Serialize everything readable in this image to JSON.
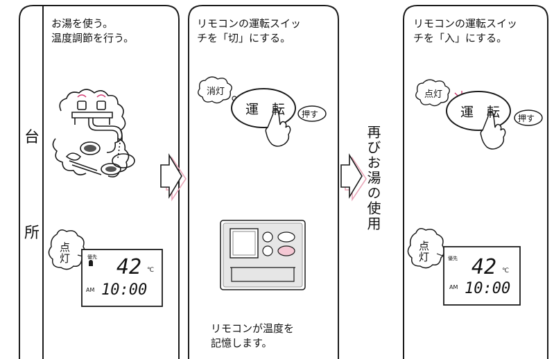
{
  "panel1": {
    "side_label_top": "台",
    "side_label_bottom": "所",
    "caption_line1": "お湯を使う。",
    "caption_line2": "温度調節を行う。",
    "callout_line1": "点",
    "callout_line2": "灯",
    "lcd": {
      "priority_label": "優先",
      "temperature": "42",
      "unit": "℃",
      "ampm": "AM",
      "time": "10:00"
    }
  },
  "panel2": {
    "caption_line1": "リモコンの運転スイッ",
    "caption_line2": "チを「切」にする。",
    "callout": "消灯",
    "switch_label": "運　転",
    "press_label": "押す",
    "footer_line1": "リモコンが温度を",
    "footer_line2": "記憶します。"
  },
  "middle_vertical_text": "再びお湯の使用",
  "panel3": {
    "caption_line1": "リモコンの運転スイッ",
    "caption_line2": "チを「入」にする。",
    "callout": "点灯",
    "switch_label": "運　転",
    "press_label": "押す",
    "callout2_line1": "点",
    "callout2_line2": "灯",
    "lcd": {
      "priority_label": "優先",
      "temperature": "42",
      "unit": "℃",
      "ampm": "AM",
      "time": "10:00"
    }
  },
  "colors": {
    "stroke": "#1a1a1a",
    "arrow_shadow": "#e8a0b4",
    "indicator_pink": "#f4c8d4",
    "lamp_on": "#d0306a",
    "device_bg": "#e6e6e6"
  }
}
